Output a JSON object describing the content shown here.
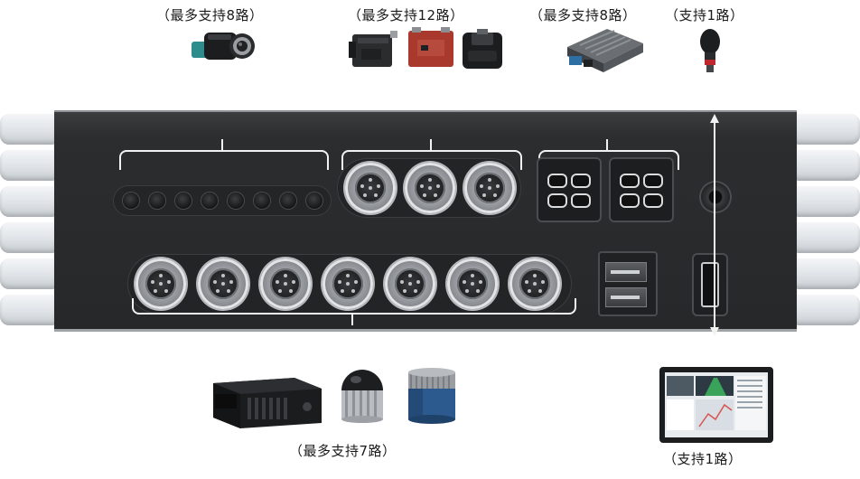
{
  "captions": {
    "camera": "（最多支持8路）",
    "can": "（最多支持12路）",
    "radar": "（最多支持8路）",
    "mic": "（支持1路）",
    "lidar": "（最多支持7路）",
    "display": "（支持1路）"
  },
  "icons": {
    "camera": "camera-icon",
    "can_modules": [
      "can-module-black-icon",
      "can-module-red-icon",
      "can-module-dark-icon"
    ],
    "radar": "radar-unit-icon",
    "mic": "microphone-icon",
    "lidar": [
      "solid-state-lidar-icon",
      "dome-lidar-icon",
      "rotating-lidar-icon"
    ],
    "display": "display-monitor-icon"
  },
  "colors": {
    "panel": "#2a2c2e",
    "bracket": "#f2f2f2",
    "can_red": "#a8392c",
    "lidar_blue": "#2c5a8e",
    "mic_red": "#c0272d"
  },
  "ports": {
    "small_holes": 8,
    "top_circular": 3,
    "power": 2,
    "bottom_circular": 7,
    "usb": 2,
    "hdmi": 1,
    "audio": 1
  }
}
